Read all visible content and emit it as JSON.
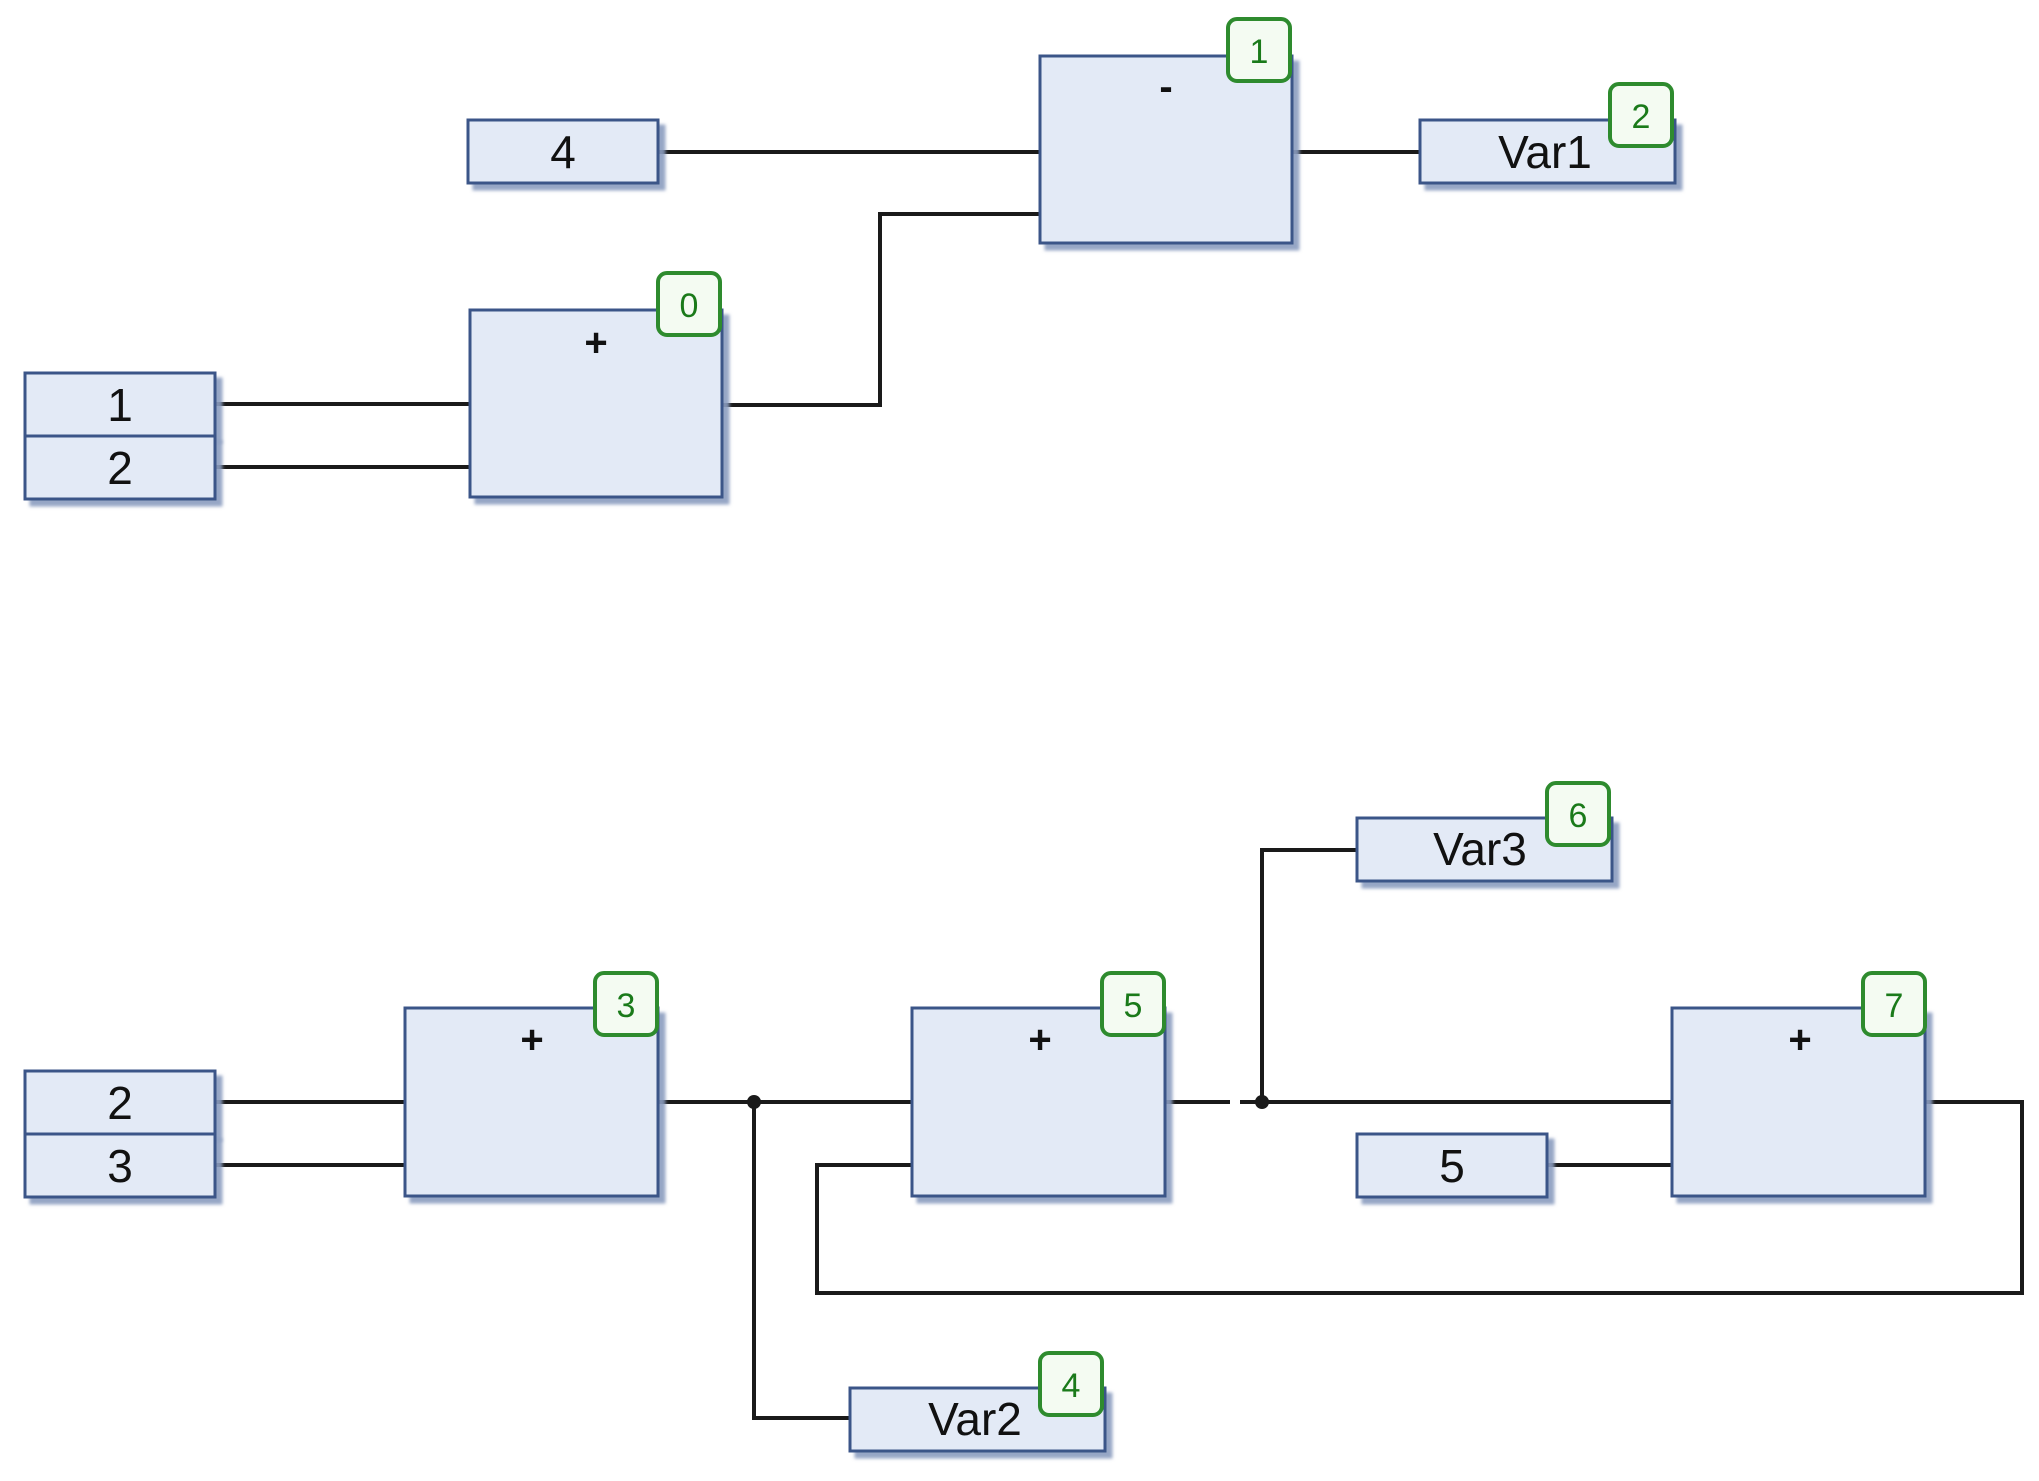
{
  "colors": {
    "block_fill": "#e3eaf6",
    "block_border": "#3a5488",
    "block_shadow": "#8a9cbf",
    "wire": "#1a1a1a",
    "badge_border": "#2e8b2e",
    "badge_text": "#1a7a1a",
    "badge_fill": "#f4fbf2"
  },
  "network1": {
    "const_4": "4",
    "const_1": "1",
    "const_2": "2",
    "add_op": "+",
    "add_badge": "0",
    "sub_op": "-",
    "sub_badge": "1",
    "var1_label": "Var1",
    "var1_badge": "2"
  },
  "network2": {
    "const_2": "2",
    "const_3": "3",
    "add3_op": "+",
    "add3_badge": "3",
    "var2_label": "Var2",
    "var2_badge": "4",
    "add5_op": "+",
    "add5_badge": "5",
    "var3_label": "Var3",
    "var3_badge": "6",
    "const_5": "5",
    "add7_op": "+",
    "add7_badge": "7"
  }
}
